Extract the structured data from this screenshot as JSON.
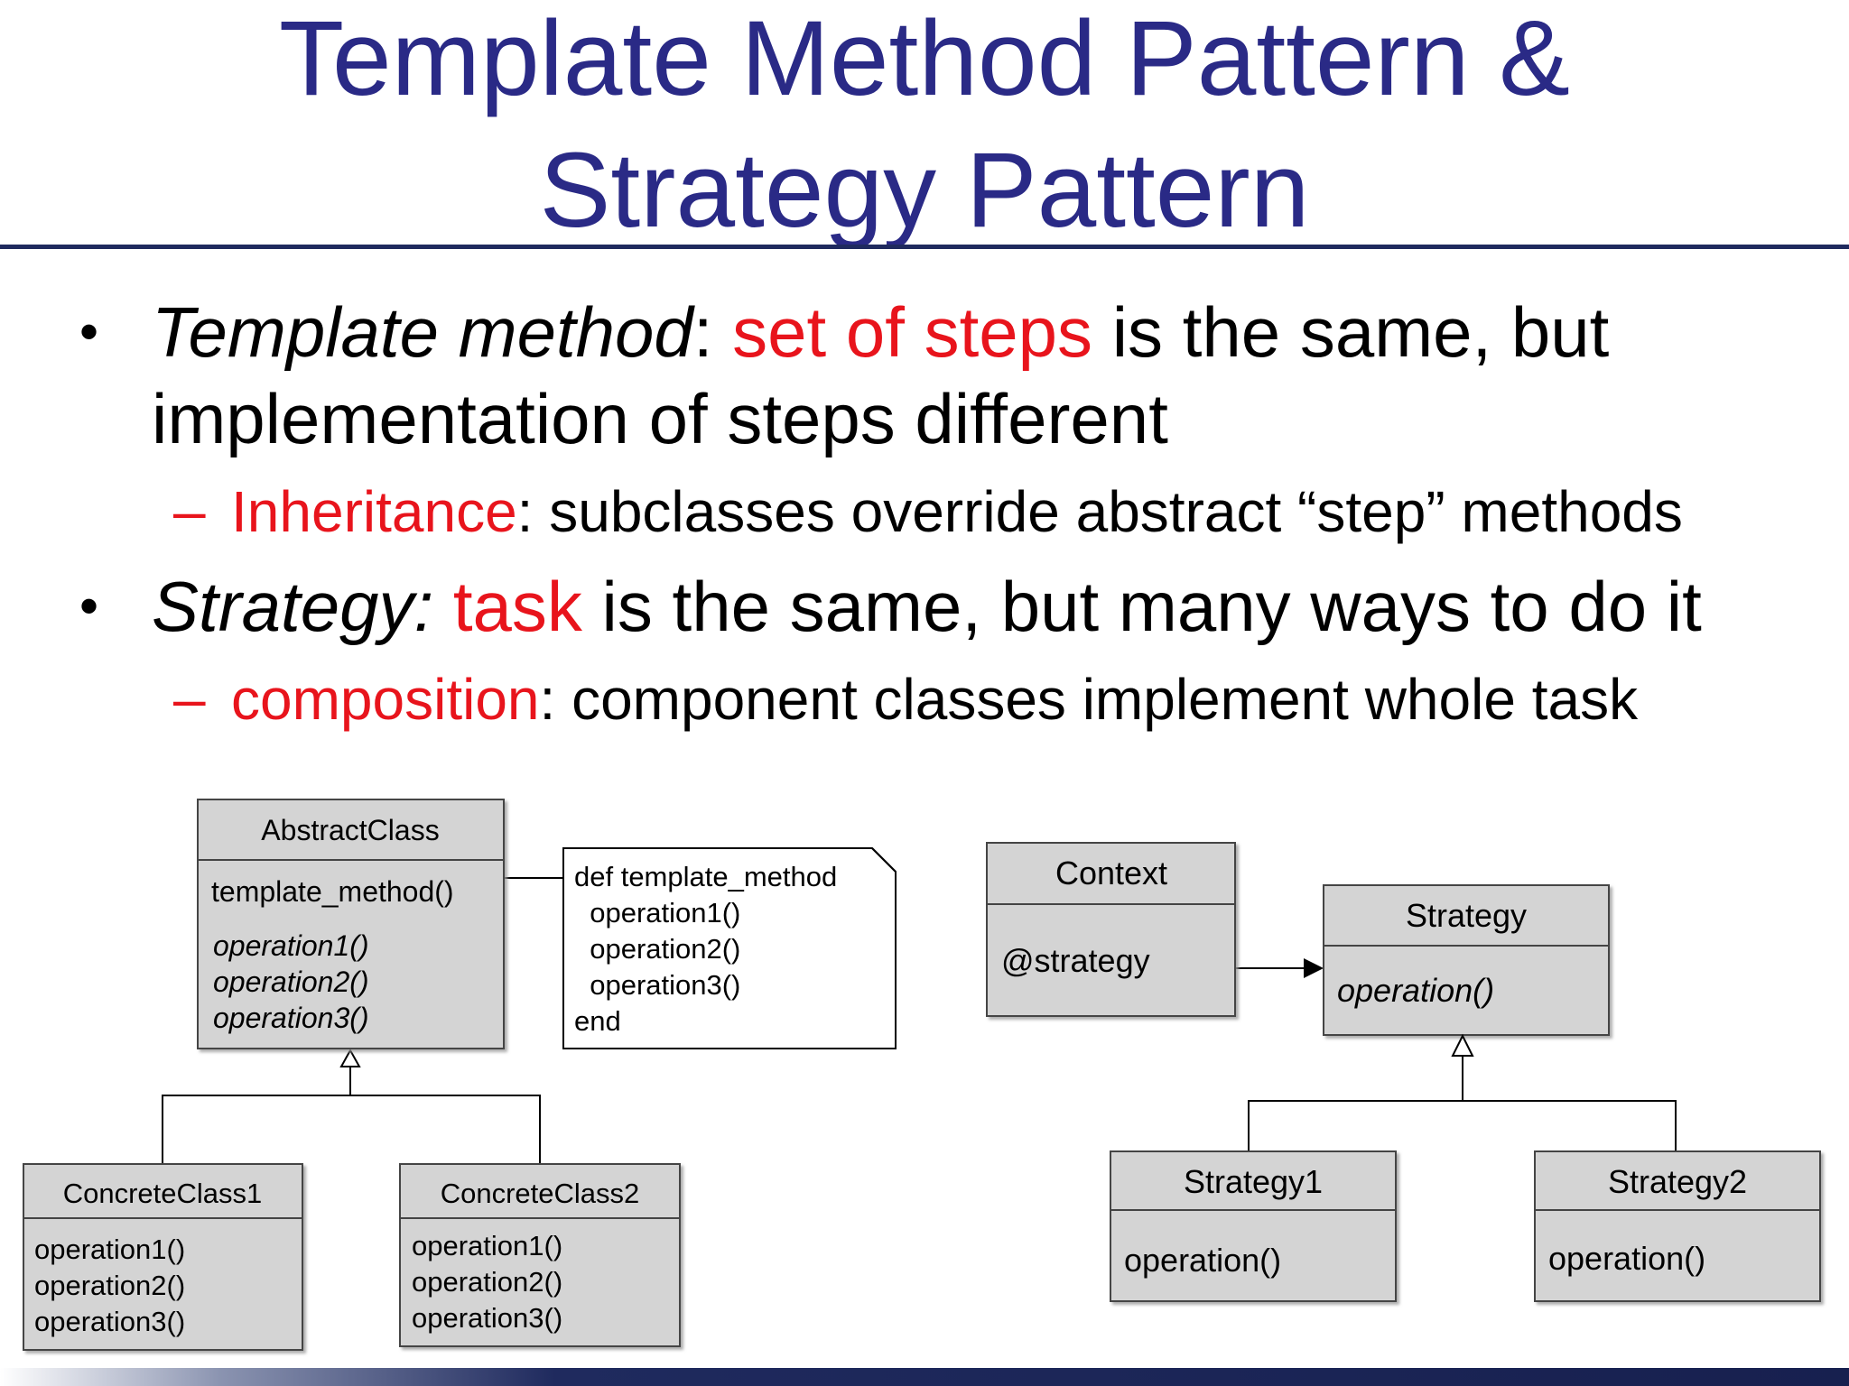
{
  "slide": {
    "title_line1": "Template Method Pattern &",
    "title_line2": "Strategy Pattern"
  },
  "bullets": [
    {
      "term": "Template method",
      "colon": ": ",
      "highlight": "set of steps",
      "rest_line1": " is the same, but",
      "line2": "implementation of steps different",
      "sub": {
        "dash": "–",
        "highlight": "Inheritance",
        "rest": ": subclasses override abstract “step” methods"
      }
    },
    {
      "term": "Strategy:",
      "highlight": "task",
      "rest_line1": " is the same, but many ways to do it",
      "sub": {
        "dash": "–",
        "highlight": "composition",
        "rest": ": component classes implement whole task"
      }
    }
  ],
  "template_diagram": {
    "abstract_class": {
      "name": "AbstractClass",
      "template": "template_method()",
      "abstract_ops": [
        "operation1()",
        "operation2()",
        "operation3()"
      ]
    },
    "note": [
      "def template_method",
      "  operation1()",
      "  operation2()",
      "  operation3()",
      "end"
    ],
    "concrete1": {
      "name": "ConcreteClass1",
      "ops": [
        "operation1()",
        "operation2()",
        "operation3()"
      ]
    },
    "concrete2": {
      "name": "ConcreteClass2",
      "ops": [
        "operation1()",
        "operation2()",
        "operation3()"
      ]
    }
  },
  "strategy_diagram": {
    "context": {
      "name": "Context",
      "attr": "@strategy"
    },
    "strategy": {
      "name": "Strategy",
      "op": "operation()"
    },
    "strategy1": {
      "name": "Strategy1",
      "op": "operation()"
    },
    "strategy2": {
      "name": "Strategy2",
      "op": "operation()"
    }
  },
  "colors": {
    "title": "#2a2a86",
    "highlight": "#e8141c",
    "box_fill": "#d4d4d4",
    "rule": "#1f2a5e"
  }
}
